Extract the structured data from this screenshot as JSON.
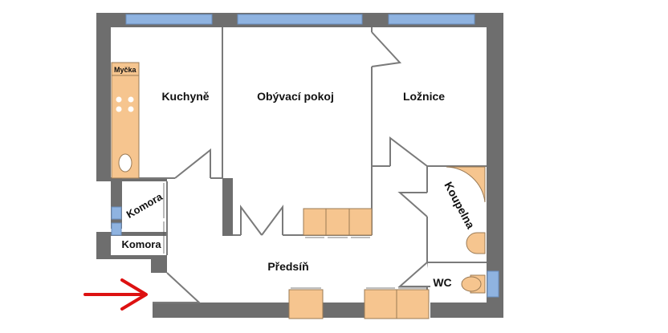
{
  "floorplan": {
    "rooms": {
      "kitchen": "Kuchyně",
      "living": "Obývací pokoj",
      "bedroom": "Ložnice",
      "bathroom": "Koupelna",
      "pantry_upper": "Komora",
      "pantry_lower": "Komora",
      "hall": "Předsíň",
      "wc": "WC"
    },
    "appliance": {
      "dishwasher": "Myčka"
    },
    "entrance_arrow_icon": "arrow-right-icon",
    "colors": {
      "wall": "#6e6e6e",
      "window": "#8fb3e0",
      "furniture": "#f6c58f",
      "furniture_stroke": "#9a7a55",
      "arrow": "#dd1111"
    }
  }
}
